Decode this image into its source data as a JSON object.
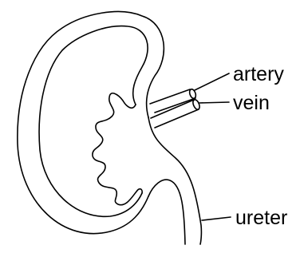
{
  "labels": {
    "artery": "artery",
    "vein": "vein",
    "ureter": "ureter"
  }
}
